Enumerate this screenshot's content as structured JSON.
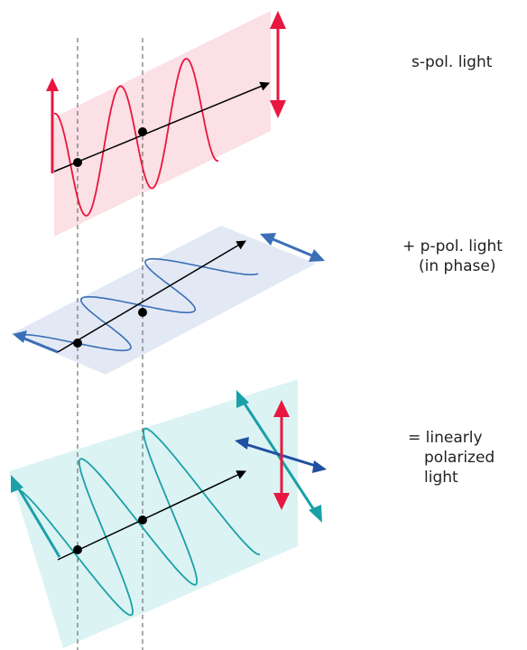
{
  "colors": {
    "s_pol": "#e8173f",
    "s_plane": "#fbe0e6",
    "p_pol": "#3a6fb7",
    "p_plane": "#e2e9f5",
    "resultant": "#1aa0a8",
    "resultant_plane": "#dcf3f3",
    "p_vector_dark": "#1f4fa0",
    "axis": "#000000",
    "guide": "#555555"
  },
  "labels": {
    "s_pol": "s-pol. light",
    "p_pol_line1": "+ p-pol. light",
    "p_pol_line2": "(in phase)",
    "linear_line1": "= linearly",
    "linear_line2": "polarized",
    "linear_line3": "light"
  }
}
